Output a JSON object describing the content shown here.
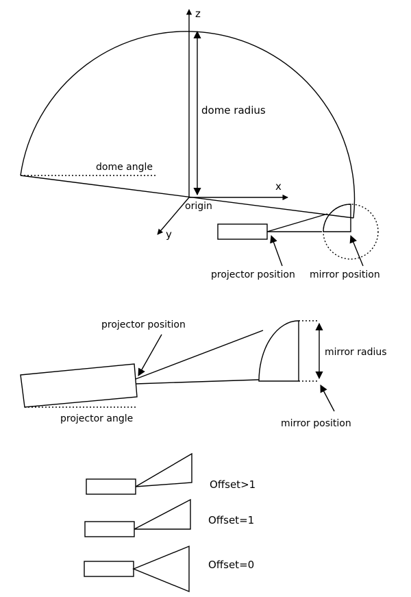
{
  "axes": {
    "z": "z",
    "x": "x",
    "y": "y",
    "origin": "origin"
  },
  "top": {
    "dome_radius": "dome radius",
    "dome_angle": "dome angle",
    "projector_position": "projector position",
    "mirror_position": "mirror position"
  },
  "middle": {
    "projector_position": "projector position",
    "projector_angle": "projector angle",
    "mirror_radius": "mirror radius",
    "mirror_position": "mirror position"
  },
  "offsets": [
    {
      "label": "Offset>1"
    },
    {
      "label": "Offset=1"
    },
    {
      "label": "Offset=0"
    }
  ]
}
